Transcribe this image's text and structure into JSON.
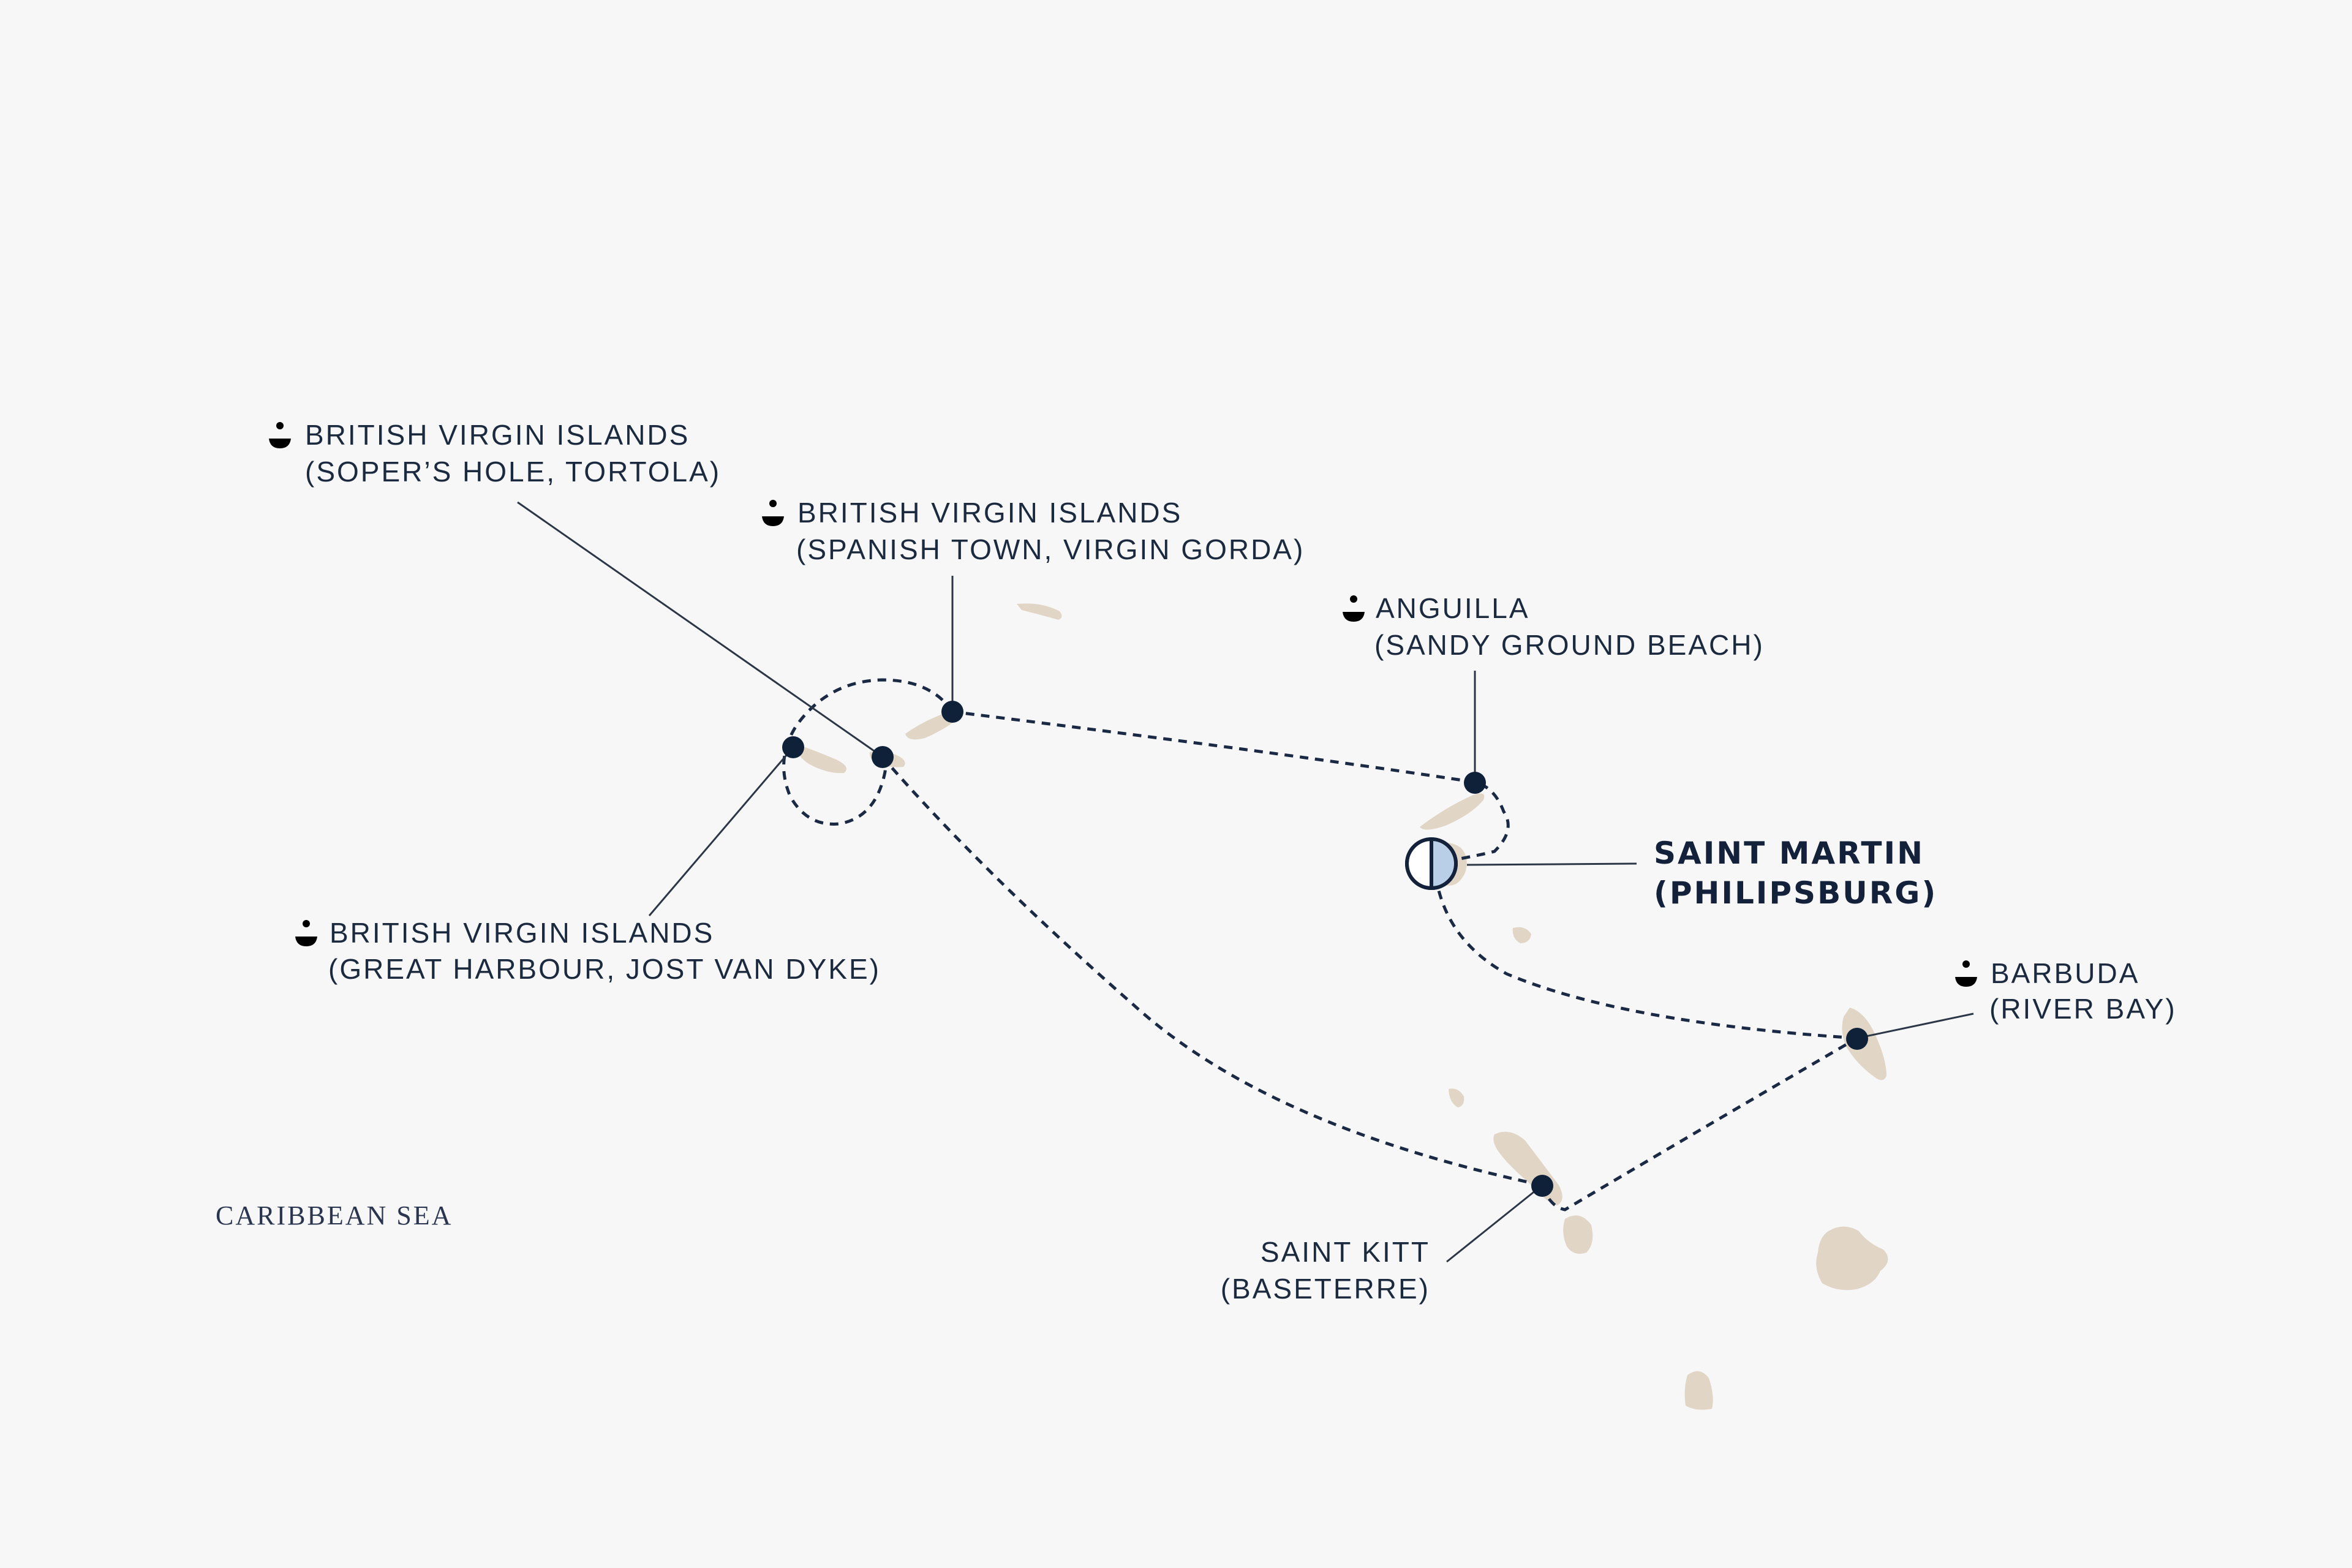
{
  "map": {
    "sea_label": "CARIBBEAN SEA",
    "colors": {
      "background": "#f7f7f7",
      "land": "#e1d6c6",
      "route": "#1b2a44",
      "marker": "#0e2138",
      "home_port_fill": "#b9cfe8"
    },
    "stops": [
      {
        "id": "soper",
        "line1": "BRITISH VIRGIN ISLANDS",
        "line2": "(SOPER’S HOLE, TORTOLA)",
        "icon": "anchor-icon"
      },
      {
        "id": "spanish",
        "line1": "BRITISH VIRGIN ISLANDS",
        "line2": "(SPANISH TOWN, VIRGIN GORDA)",
        "icon": "anchor-icon"
      },
      {
        "id": "anguilla",
        "line1": "ANGUILLA",
        "line2": "(SANDY GROUND BEACH)",
        "icon": "anchor-icon"
      },
      {
        "id": "great",
        "line1": "BRITISH VIRGIN ISLANDS",
        "line2": "(GREAT HARBOUR, JOST VAN DYKE)",
        "icon": "anchor-icon"
      },
      {
        "id": "barbuda",
        "line1": "BARBUDA",
        "line2": "(RIVER BAY)",
        "icon": "anchor-icon"
      },
      {
        "id": "kitt",
        "line1": "SAINT KITT",
        "line2": "(BASETERRE)",
        "icon": ""
      }
    ],
    "home_port": {
      "line1": "SAINT MARTIN",
      "line2": "(PHILIPSBURG)",
      "icon": "home-port-icon"
    }
  }
}
